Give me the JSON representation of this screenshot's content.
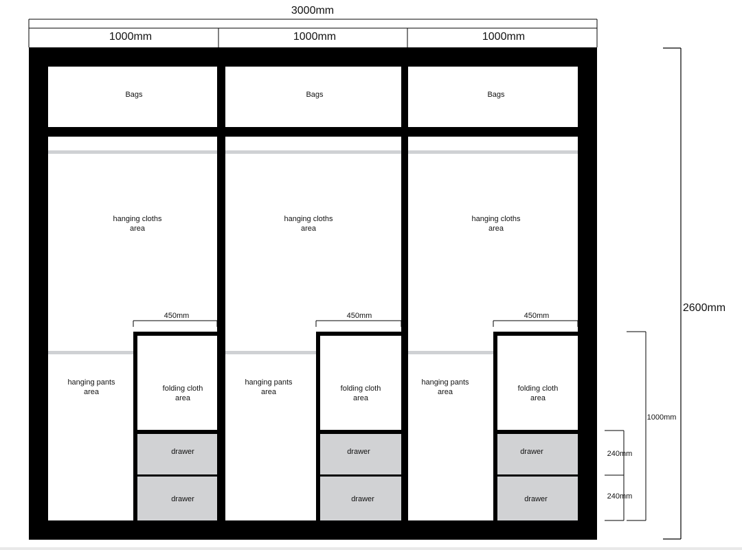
{
  "dimensions": {
    "total_width": "3000mm",
    "section_widths": [
      "1000mm",
      "1000mm",
      "1000mm"
    ],
    "total_height": "2600mm",
    "lower_height": "1000mm",
    "drawer_heights": [
      "240mm",
      "240mm"
    ],
    "folding_width": "450mm"
  },
  "sections": [
    {
      "bags": "Bags",
      "hanging_cloths": [
        "hanging cloths",
        "area"
      ],
      "hanging_pants": [
        "hanging pants",
        "area"
      ],
      "folding_cloth": [
        "folding cloth",
        "area"
      ],
      "drawers": [
        "drawer",
        "drawer"
      ]
    },
    {
      "bags": "Bags",
      "hanging_cloths": [
        "hanging cloths",
        "area"
      ],
      "hanging_pants": [
        "hanging pants",
        "area"
      ],
      "folding_cloth": [
        "folding cloth",
        "area"
      ],
      "drawers": [
        "drawer",
        "drawer"
      ]
    },
    {
      "bags": "Bags",
      "hanging_cloths": [
        "hanging cloths",
        "area"
      ],
      "hanging_pants": [
        "hanging pants",
        "area"
      ],
      "folding_cloth": [
        "folding cloth",
        "area"
      ],
      "drawers": [
        "drawer",
        "drawer"
      ]
    }
  ],
  "colors": {
    "frame": "#000000",
    "rail": "#cfd1d4",
    "drawer_fill": "#d1d2d4",
    "background": "#ffffff"
  }
}
